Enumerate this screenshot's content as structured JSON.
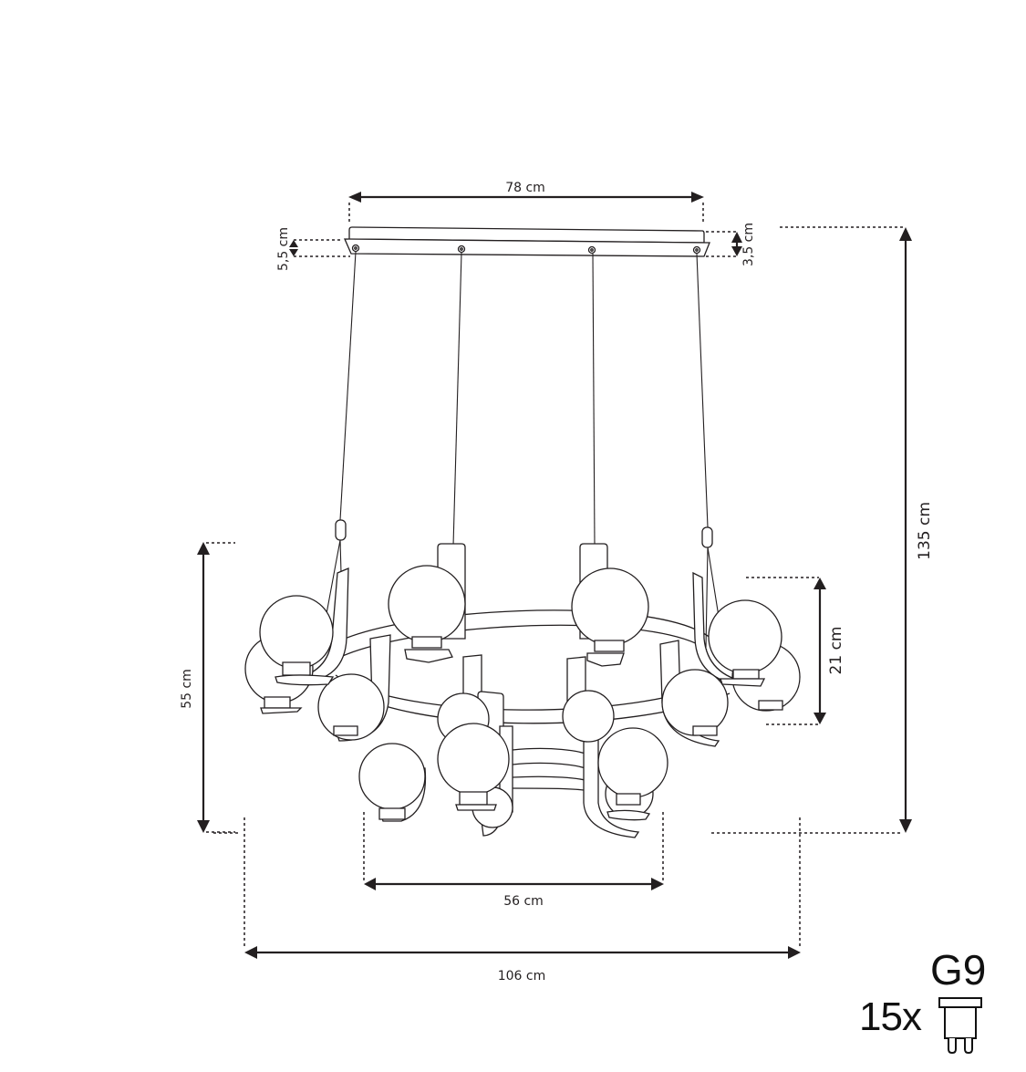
{
  "diagram": {
    "subject": "pendant chandelier dimension drawing",
    "colors": {
      "line": "#231f20",
      "background": "#ffffff"
    },
    "dimensions": {
      "canopy_width": "78 cm",
      "canopy_height_total": "5,5 cm",
      "canopy_plate_height": "3,5 cm",
      "total_height": "135 cm",
      "body_height": "55 cm",
      "globe_arm_height": "21 cm",
      "inner_diameter": "56 cm",
      "outer_diameter": "106 cm"
    },
    "bulb_spec": {
      "count": "15x",
      "type": "G9",
      "icon": "g9-bulb-icon"
    },
    "components": {
      "canopy": "ceiling-canopy",
      "suspension_wires": 4,
      "globes": 15,
      "rings": 2
    }
  }
}
